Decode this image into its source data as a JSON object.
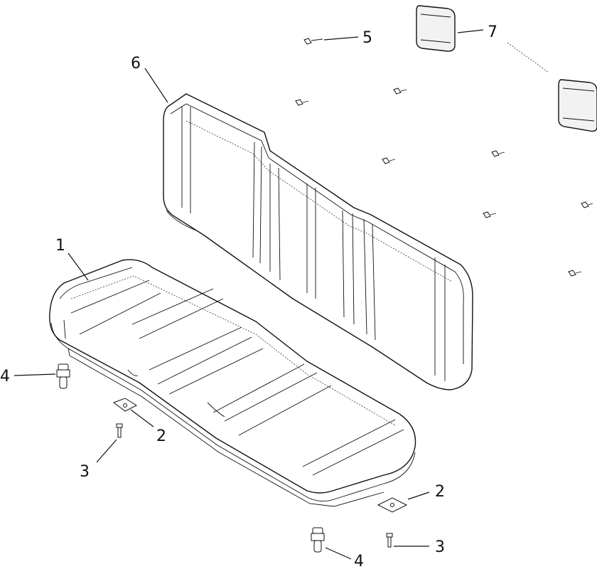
{
  "callouts": {
    "seat_base": "1",
    "bracket_left": "2",
    "bracket_right": "2",
    "screw_left": "3",
    "screw_right": "3",
    "latch_left": "4",
    "latch_right": "4",
    "screw_top": "5",
    "backrest": "6",
    "headrest": "7"
  }
}
